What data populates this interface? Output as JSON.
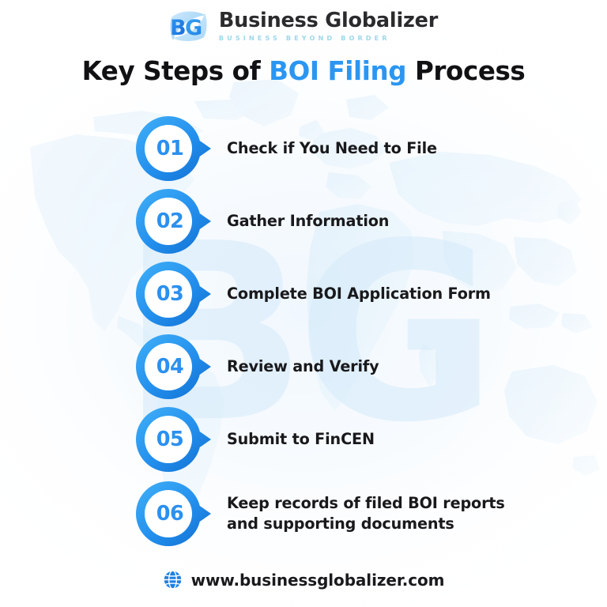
{
  "brand": {
    "logo_mark": "bg-monogram-logo",
    "name": "Business Globalizer",
    "tagline": "BUSINESS BEYOND BORDER"
  },
  "title": {
    "before": "Key Steps of ",
    "highlight": "BOI Filing",
    "after": " Process",
    "full": "Key Steps of BOI Filing Process"
  },
  "steps": [
    {
      "number": "01",
      "label": "Check if You Need to File"
    },
    {
      "number": "02",
      "label": "Gather Information"
    },
    {
      "number": "03",
      "label": "Complete BOI Application Form"
    },
    {
      "number": "04",
      "label": "Review and Verify"
    },
    {
      "number": "05",
      "label": "Submit to FinCEN"
    },
    {
      "number": "06",
      "label": "Keep records of filed BOI reports\nand supporting documents"
    }
  ],
  "footer": {
    "icon": "globe-icon",
    "url": "www.businessglobalizer.com"
  },
  "background": {
    "watermark_text": "BG",
    "motif": "world-map"
  },
  "colors": {
    "accent_blue": "#2b96f2",
    "badge_blue_light": "#3aa8f4",
    "badge_blue_dark": "#1579d8",
    "title_dark": "#111114",
    "tagline_cyan": "#9fd8ea",
    "watermark_blue": "#d8ecfb",
    "page_background": "#ffffff"
  }
}
